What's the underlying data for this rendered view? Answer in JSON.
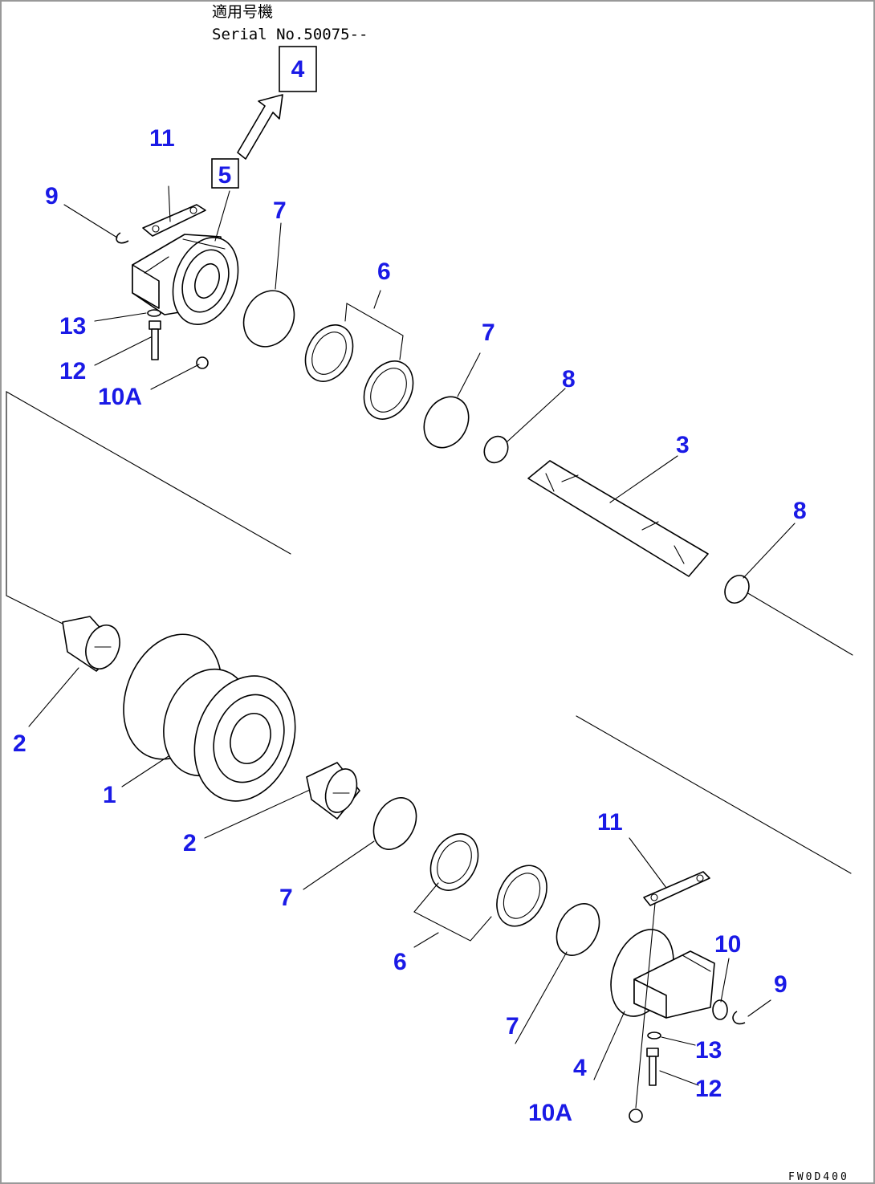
{
  "header": {
    "applicable_label": "適用号機",
    "serial": "Serial No.50075--",
    "ref_box": "4",
    "arrow_box": "5"
  },
  "callouts": {
    "c1": "1",
    "c2a": "2",
    "c2b": "2",
    "c3": "3",
    "c4": "4",
    "c6a": "6",
    "c6b": "6",
    "c7a": "7",
    "c7b": "7",
    "c7c": "7",
    "c7d": "7",
    "c8a": "8",
    "c8b": "8",
    "c9a": "9",
    "c9b": "9",
    "c10": "10",
    "c10Aa": "10A",
    "c10Ab": "10A",
    "c11a": "11",
    "c11b": "11",
    "c12a": "12",
    "c12b": "12",
    "c13a": "13",
    "c13b": "13"
  },
  "footer": {
    "drawing_code": "FW0D400"
  }
}
